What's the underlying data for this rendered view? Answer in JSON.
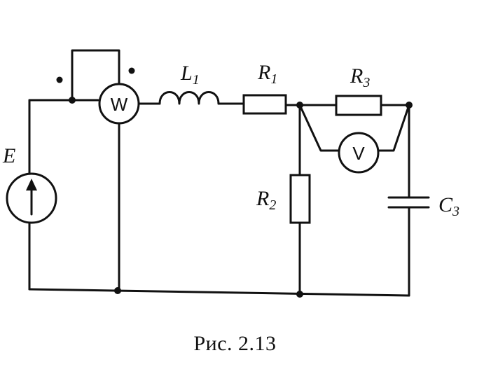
{
  "labels": {
    "source": "E",
    "wattmeter": "W",
    "voltmeter": "V",
    "inductor": {
      "letter": "L",
      "index": "1"
    },
    "r1": {
      "letter": "R",
      "index": "1"
    },
    "r2": {
      "letter": "R",
      "index": "2"
    },
    "r3": {
      "letter": "R",
      "index": "3"
    },
    "capacitor": {
      "letter": "C",
      "index": "3"
    }
  },
  "caption": "Рис. 2.13"
}
